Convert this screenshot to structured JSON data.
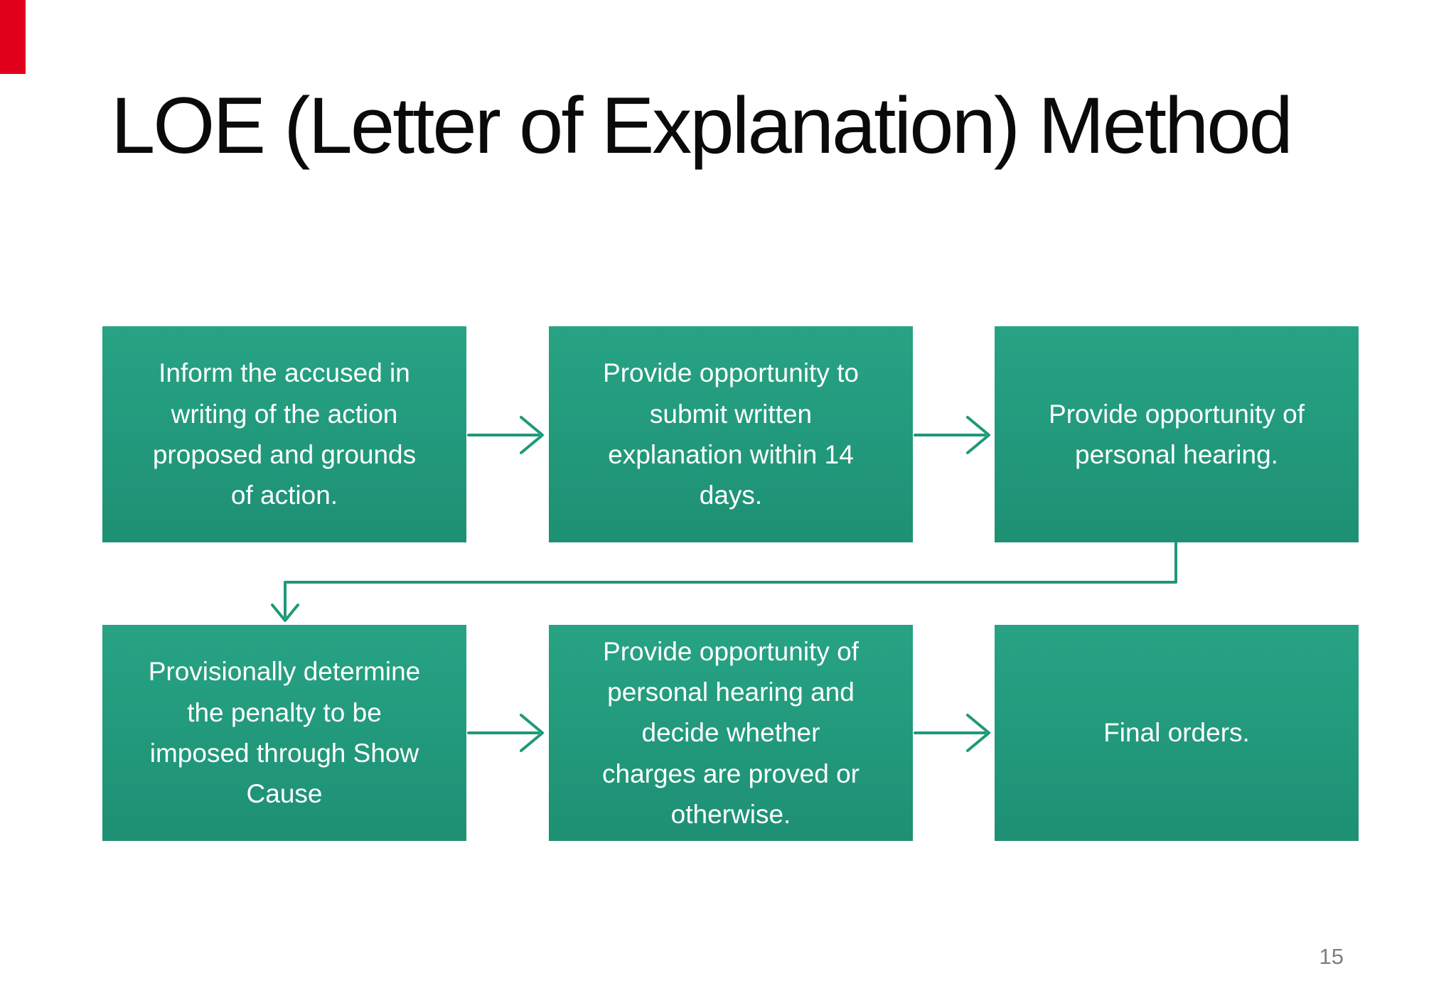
{
  "slide": {
    "title": "LOE (Letter of Explanation) Method",
    "page_number": "15"
  },
  "colors": {
    "background": "#ffffff",
    "title_text": "#0a0a0a",
    "box_green_light": "#27a384",
    "box_green_dark": "#1e9074",
    "box_text": "#ffffff",
    "arrow_green": "#1f9879",
    "accent_red": "#e0001c",
    "page_number_gray": "#7f7f7f"
  },
  "flowchart": {
    "boxes": [
      {
        "step": 1,
        "text": "Inform the accused in\nwriting of the action\nproposed and grounds\nof action."
      },
      {
        "step": 2,
        "text": "Provide opportunity to\nsubmit written\nexplanation within 14\ndays."
      },
      {
        "step": 3,
        "text": "Provide opportunity of\npersonal hearing."
      },
      {
        "step": 4,
        "text": "Provisionally determine\nthe penalty to be\nimposed through Show\nCause"
      },
      {
        "step": 5,
        "text": "Provide opportunity of\npersonal hearing and\ndecide whether\ncharges are proved or\notherwise."
      },
      {
        "step": 6,
        "text": "Final orders."
      }
    ],
    "arrows": [
      {
        "from": 1,
        "to": 2,
        "type": "straight-right"
      },
      {
        "from": 2,
        "to": 3,
        "type": "straight-right"
      },
      {
        "from": 3,
        "to": 4,
        "type": "elbow-down-left-down"
      },
      {
        "from": 4,
        "to": 5,
        "type": "straight-right"
      },
      {
        "from": 5,
        "to": 6,
        "type": "straight-right"
      }
    ]
  }
}
